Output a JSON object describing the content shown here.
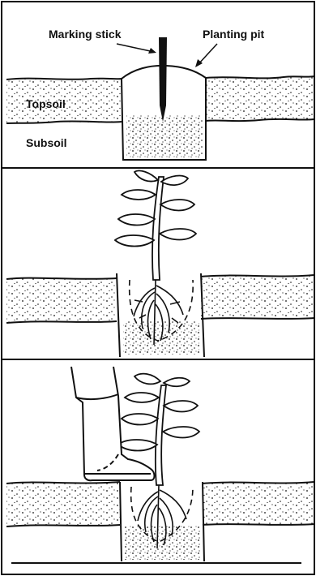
{
  "labels": {
    "marking_stick": "Marking stick",
    "planting_pit": "Planting pit",
    "topsoil": "Topsoil",
    "subsoil": "Subsoil"
  },
  "colors": {
    "ink": "#111111",
    "paper": "#ffffff"
  }
}
